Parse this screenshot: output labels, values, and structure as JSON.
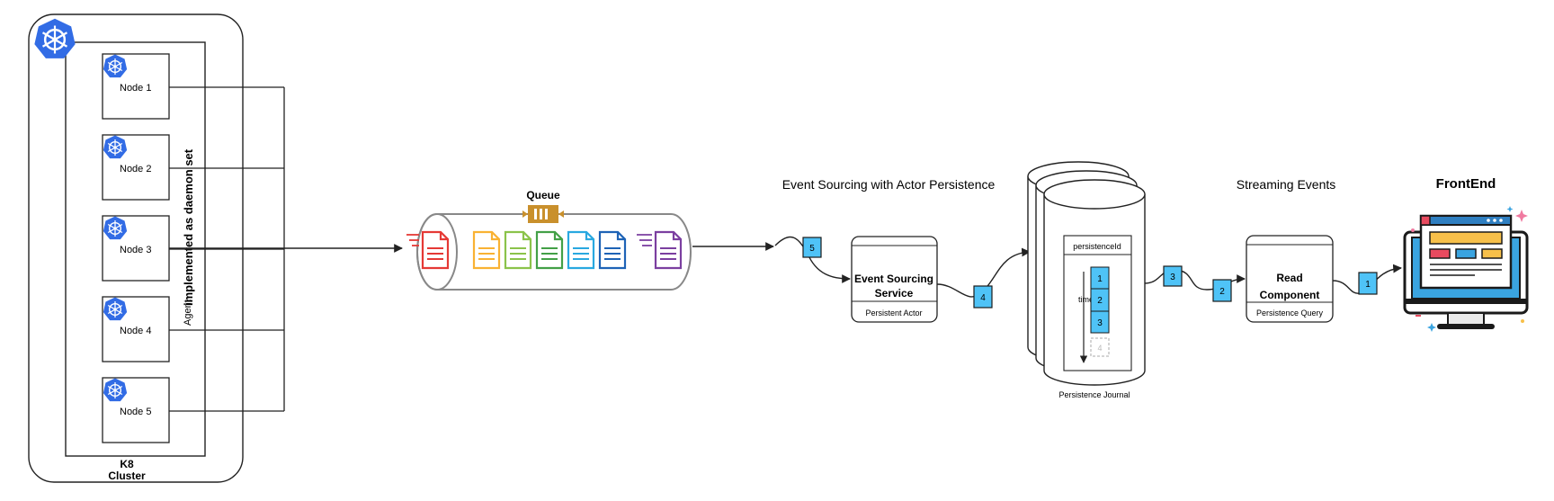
{
  "cluster": {
    "label_line1": "K8",
    "label_line2": "Cluster",
    "daemonset_label": "implemented as daemon set",
    "agent_label": "Agent",
    "nodes": [
      "Node 1",
      "Node 2",
      "Node 3",
      "Node 4",
      "Node 5"
    ],
    "color": "#326ce5"
  },
  "queue": {
    "title": "Queue",
    "icon_color": "#c9902c",
    "doc_colors": [
      "#e53935",
      "#f9b233",
      "#8bc34a",
      "#43a047",
      "#29a8e0",
      "#1e63b6",
      "#7b3fa0"
    ]
  },
  "event_sourcing": {
    "title": "Event Sourcing with Actor Persistence",
    "service_line1": "Event Sourcing",
    "service_line2": "Service",
    "service_sub": "Persistent Actor"
  },
  "journal": {
    "header": "persistenceId",
    "time_label": "time",
    "entries": [
      "1",
      "2",
      "3",
      "4"
    ],
    "caption": "Persistence Journal"
  },
  "streaming": {
    "title": "Streaming Events",
    "read_line1": "Read",
    "read_line2": "Component",
    "read_sub": "Persistence Query"
  },
  "frontend": {
    "title": "FrontEnd"
  },
  "steps": [
    "5",
    "4",
    "3",
    "2",
    "1"
  ],
  "colors": {
    "step_fill": "#4fc3f7",
    "journal_fill": "#4fc3f7",
    "line": "#222222"
  }
}
